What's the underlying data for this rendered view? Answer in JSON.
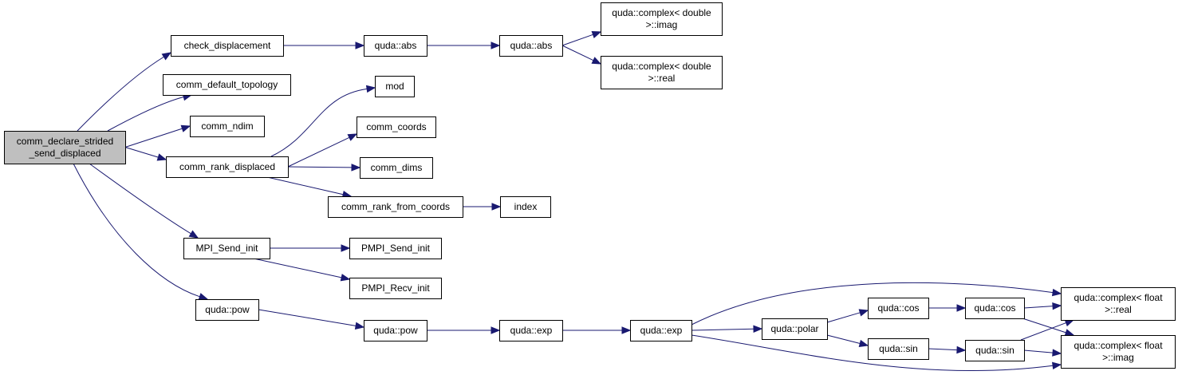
{
  "graph": {
    "nodes": [
      {
        "id": "root",
        "lines": [
          "comm_declare_strided",
          "_send_displaced"
        ],
        "root": true
      },
      {
        "id": "check_displacement",
        "lines": [
          "check_displacement"
        ]
      },
      {
        "id": "quda_abs_1",
        "lines": [
          "quda::abs"
        ]
      },
      {
        "id": "quda_abs_2",
        "lines": [
          "quda::abs"
        ]
      },
      {
        "id": "complex_double_imag",
        "lines": [
          "quda::complex< double",
          ">::imag"
        ]
      },
      {
        "id": "complex_double_real",
        "lines": [
          "quda::complex< double",
          ">::real"
        ]
      },
      {
        "id": "comm_default_topology",
        "lines": [
          "comm_default_topology"
        ]
      },
      {
        "id": "comm_ndim",
        "lines": [
          "comm_ndim"
        ]
      },
      {
        "id": "comm_rank_displaced",
        "lines": [
          "comm_rank_displaced"
        ]
      },
      {
        "id": "mod",
        "lines": [
          "mod"
        ]
      },
      {
        "id": "comm_coords",
        "lines": [
          "comm_coords"
        ]
      },
      {
        "id": "comm_dims",
        "lines": [
          "comm_dims"
        ]
      },
      {
        "id": "comm_rank_from_coords",
        "lines": [
          "comm_rank_from_coords"
        ]
      },
      {
        "id": "index",
        "lines": [
          "index"
        ]
      },
      {
        "id": "mpi_send_init",
        "lines": [
          "MPI_Send_init"
        ]
      },
      {
        "id": "pmpi_send_init",
        "lines": [
          "PMPI_Send_init"
        ]
      },
      {
        "id": "pmpi_recv_init",
        "lines": [
          "PMPI_Recv_init"
        ]
      },
      {
        "id": "quda_pow_1",
        "lines": [
          "quda::pow"
        ]
      },
      {
        "id": "quda_pow_2",
        "lines": [
          "quda::pow"
        ]
      },
      {
        "id": "quda_exp_1",
        "lines": [
          "quda::exp"
        ]
      },
      {
        "id": "quda_exp_2",
        "lines": [
          "quda::exp"
        ]
      },
      {
        "id": "quda_polar",
        "lines": [
          "quda::polar"
        ]
      },
      {
        "id": "quda_cos_1",
        "lines": [
          "quda::cos"
        ]
      },
      {
        "id": "quda_cos_2",
        "lines": [
          "quda::cos"
        ]
      },
      {
        "id": "quda_sin_1",
        "lines": [
          "quda::sin"
        ]
      },
      {
        "id": "quda_sin_2",
        "lines": [
          "quda::sin"
        ]
      },
      {
        "id": "complex_float_real",
        "lines": [
          "quda::complex< float",
          ">::real"
        ]
      },
      {
        "id": "complex_float_imag",
        "lines": [
          "quda::complex< float",
          ">::imag"
        ]
      }
    ],
    "edges": [
      [
        "root",
        "check_displacement"
      ],
      [
        "root",
        "comm_default_topology"
      ],
      [
        "root",
        "comm_ndim"
      ],
      [
        "root",
        "comm_rank_displaced"
      ],
      [
        "root",
        "mpi_send_init"
      ],
      [
        "root",
        "quda_pow_1"
      ],
      [
        "check_displacement",
        "quda_abs_1"
      ],
      [
        "quda_abs_1",
        "quda_abs_2"
      ],
      [
        "quda_abs_2",
        "complex_double_imag"
      ],
      [
        "quda_abs_2",
        "complex_double_real"
      ],
      [
        "comm_rank_displaced",
        "mod"
      ],
      [
        "comm_rank_displaced",
        "comm_coords"
      ],
      [
        "comm_rank_displaced",
        "comm_dims"
      ],
      [
        "comm_rank_displaced",
        "comm_rank_from_coords"
      ],
      [
        "comm_rank_from_coords",
        "index"
      ],
      [
        "mpi_send_init",
        "pmpi_send_init"
      ],
      [
        "mpi_send_init",
        "pmpi_recv_init"
      ],
      [
        "quda_pow_1",
        "quda_pow_2"
      ],
      [
        "quda_pow_2",
        "quda_exp_1"
      ],
      [
        "quda_exp_1",
        "quda_exp_2"
      ],
      [
        "quda_exp_2",
        "quda_polar"
      ],
      [
        "quda_exp_2",
        "complex_float_real"
      ],
      [
        "quda_exp_2",
        "complex_float_imag"
      ],
      [
        "quda_polar",
        "quda_cos_1"
      ],
      [
        "quda_polar",
        "quda_sin_1"
      ],
      [
        "quda_cos_1",
        "quda_cos_2"
      ],
      [
        "quda_sin_1",
        "quda_sin_2"
      ],
      [
        "quda_cos_2",
        "complex_float_real"
      ],
      [
        "quda_cos_2",
        "complex_float_imag"
      ],
      [
        "quda_sin_2",
        "complex_float_real"
      ],
      [
        "quda_sin_2",
        "complex_float_imag"
      ]
    ]
  }
}
